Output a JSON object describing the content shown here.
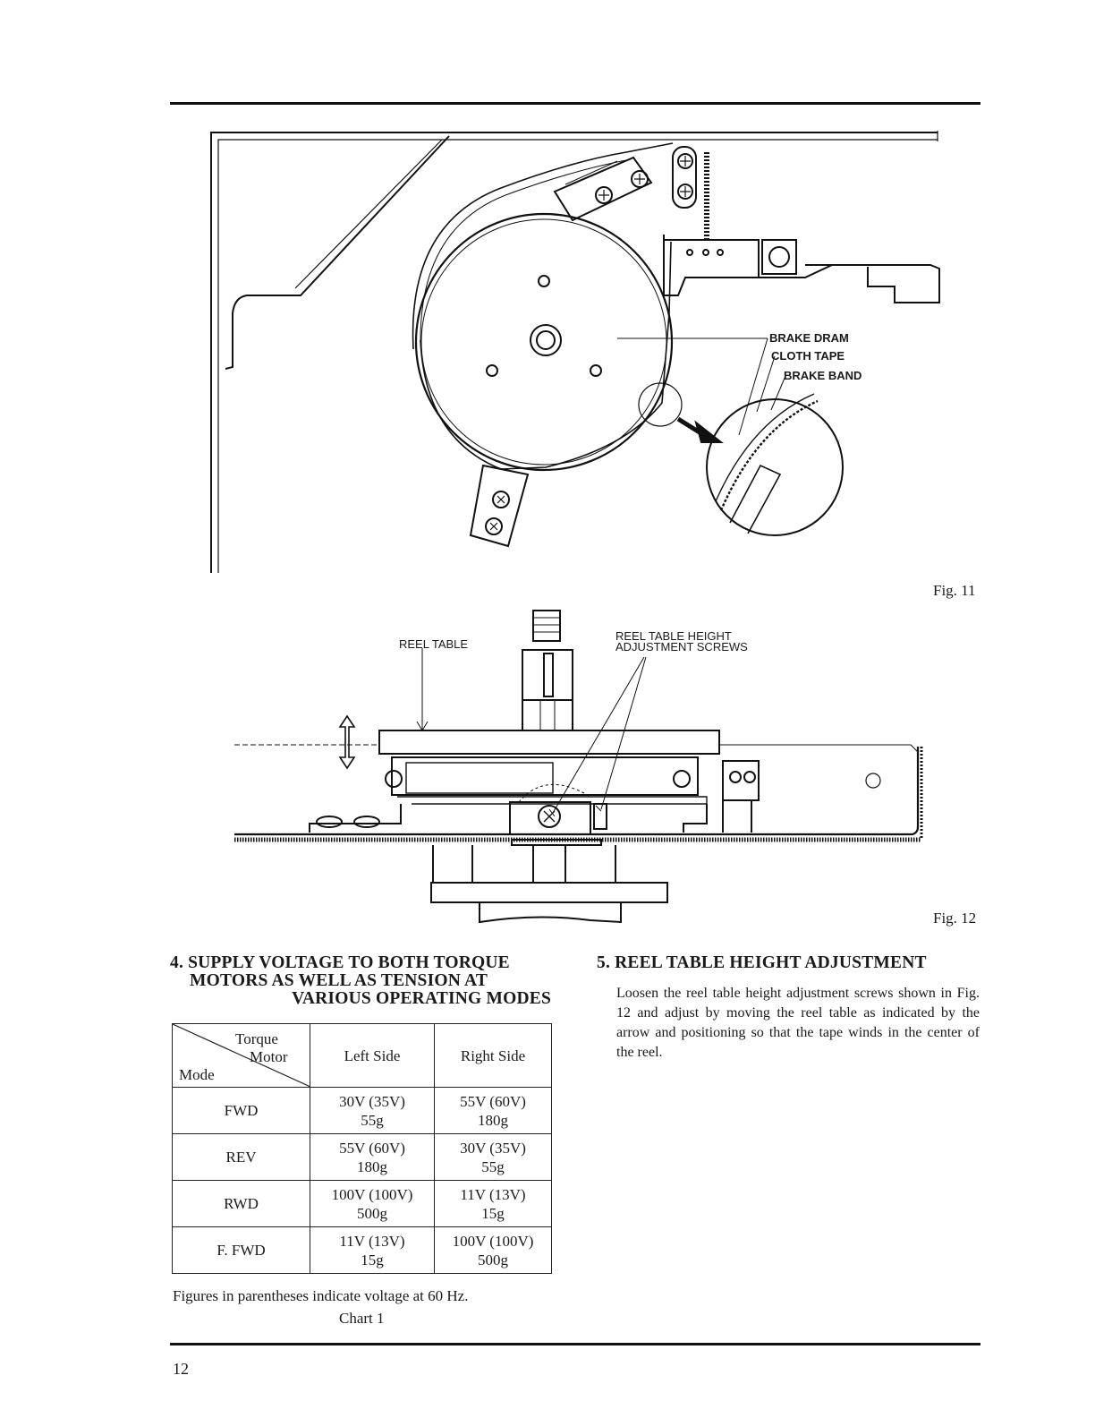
{
  "figures": {
    "fig11": {
      "caption": "Fig. 11",
      "labels": {
        "brake_dram": "BRAKE DRAM",
        "cloth_tape": "CLOTH TAPE",
        "brake_band": "BRAKE BAND"
      }
    },
    "fig12": {
      "caption": "Fig. 12",
      "labels": {
        "reel_table": "REEL TABLE",
        "height_line1": "REEL TABLE HEIGHT",
        "height_line2": "ADJUSTMENT SCREWS"
      }
    }
  },
  "section4": {
    "title_line1": "4. SUPPLY VOLTAGE TO BOTH TORQUE",
    "title_line2": "MOTORS AS WELL AS TENSION AT",
    "title_line3": "VARIOUS OPERATING MODES",
    "table": {
      "corner_torque": "Torque",
      "corner_motor": "Motor",
      "corner_mode": "Mode",
      "col_left": "Left Side",
      "col_right": "Right Side",
      "rows": [
        {
          "mode": "FWD",
          "left_v": "30V (35V)",
          "left_t": "55g",
          "right_v": "55V (60V)",
          "right_t": "180g"
        },
        {
          "mode": "REV",
          "left_v": "55V (60V)",
          "left_t": "180g",
          "right_v": "30V (35V)",
          "right_t": "55g"
        },
        {
          "mode": "RWD",
          "left_v": "100V (100V)",
          "left_t": "500g",
          "right_v": "11V (13V)",
          "right_t": "15g"
        },
        {
          "mode": "F. FWD",
          "left_v": "11V (13V)",
          "left_t": "15g",
          "right_v": "100V (100V)",
          "right_t": "500g"
        }
      ]
    },
    "note": "Figures in parentheses indicate voltage at 60 Hz.",
    "chart_caption": "Chart 1"
  },
  "section5": {
    "title": "5. REEL TABLE HEIGHT ADJUSTMENT",
    "body": "Loosen the reel table height adjustment screws shown in Fig. 12 and adjust by moving the reel table as indicated by the arrow and positioning so that the tape winds in the center of the reel."
  },
  "page_number": "12"
}
